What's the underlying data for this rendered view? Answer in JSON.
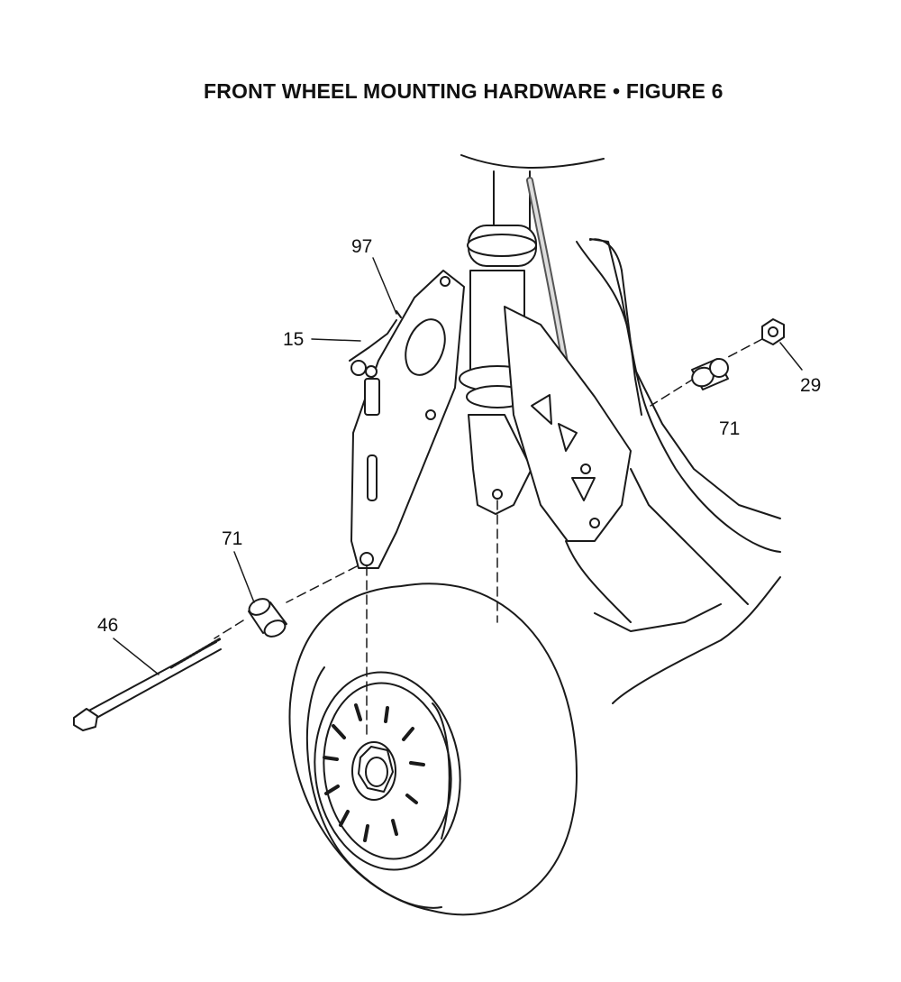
{
  "title": "FRONT WHEEL MOUNTING HARDWARE  •  FIGURE 6",
  "callouts": {
    "c97": "97",
    "c15": "15",
    "c29": "29",
    "c71_right": "71",
    "c71_left": "71",
    "c46": "46"
  },
  "colors": {
    "line": "#1a1a1a",
    "fill": "#ffffff"
  }
}
